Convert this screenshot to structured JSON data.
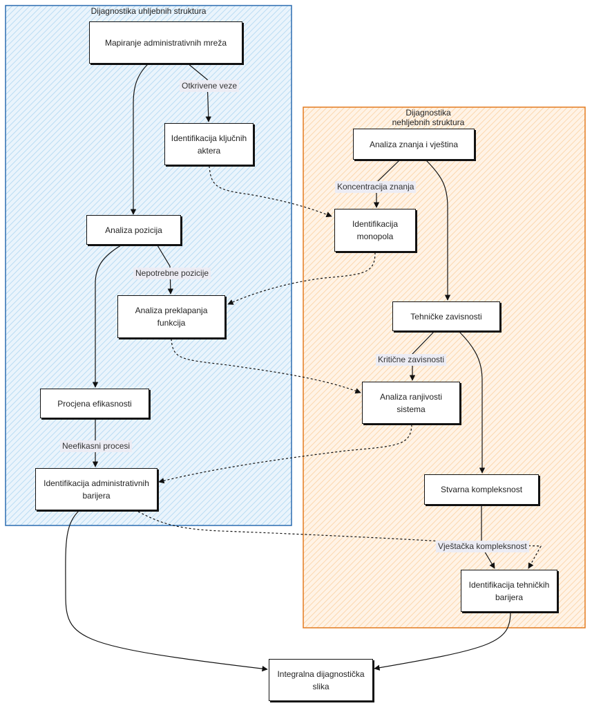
{
  "clusters": {
    "uhljebni": {
      "title": "Dijagnostika uhljebnih struktura",
      "stroke": "#2b6cb0",
      "fill": "#cfe6f7"
    },
    "nehljebni": {
      "title": "Dijagnostika nehljebnih struktura",
      "stroke": "#e37a1f",
      "fill": "#fde3c6"
    }
  },
  "nodes": {
    "mapiranje": "Mapiranje administrativnih mreža",
    "identifikacija_aktera": "Identifikacija ključnih aktera",
    "analiza_pozicija": "Analiza pozicija",
    "analiza_preklapanja": "Analiza preklapanja funkcija",
    "procjena_efikasnosti": "Procjena efikasnosti",
    "identifikacija_admin": "Identifikacija administrativnih barijera",
    "analiza_znanja": "Analiza znanja i vještina",
    "identifikacija_monopola": "Identifikacija monopola",
    "tehnicke_zavisnosti": "Tehničke zavisnosti",
    "analiza_ranjivosti": "Analiza ranjivosti sistema",
    "stvarna_kompleksnost": "Stvarna kompleksnost",
    "identifikacija_tehnickih": "Identifikacija tehničkih barijera",
    "integralna_slika": "Integralna dijagnostička slika"
  },
  "edge_labels": {
    "otkrivene_veze": "Otkrivene veze",
    "nepotrebne_pozicije": "Nepotrebne pozicije",
    "neefikasni_procesi": "Neefikasni procesi",
    "koncentracija_znanja": "Koncentracija znanja",
    "kriticne_zavisnosti": "Kritične zavisnosti",
    "vjestacka_kompleksnost": "Vještačka kompleksnost"
  }
}
